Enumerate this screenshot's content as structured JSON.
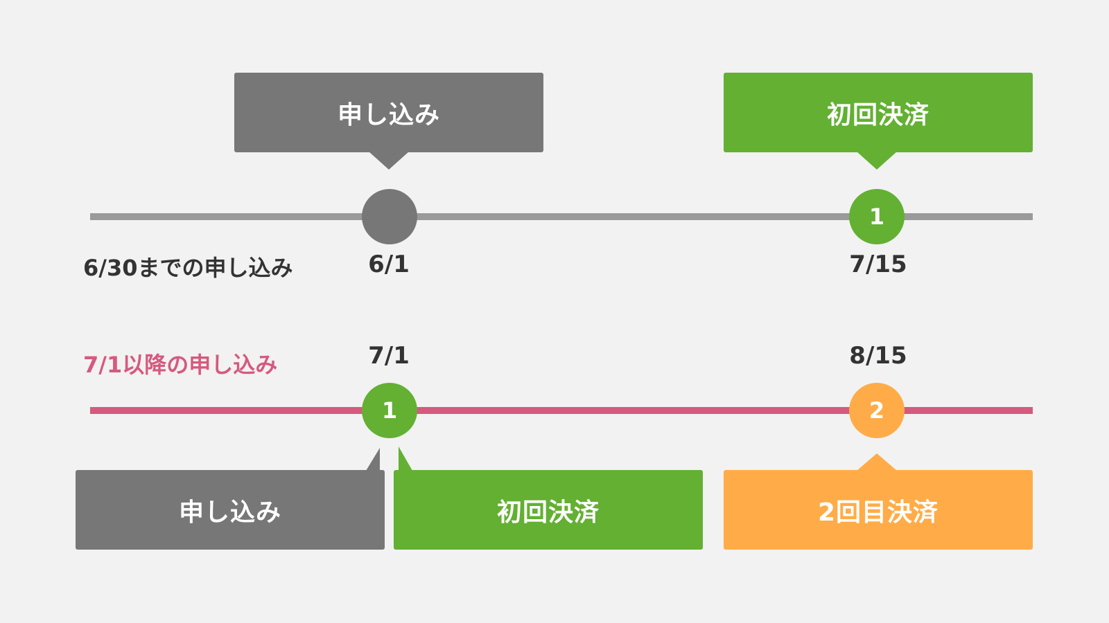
{
  "colors": {
    "background": "#f2f2f2",
    "gray_box": "#777777",
    "gray_line": "#9a9a9a",
    "pink_line": "#d55a7e",
    "pink_text": "#d55a7e",
    "green": "#63b033",
    "orange": "#ffac48",
    "dark_text": "#333333"
  },
  "row1": {
    "label": "6/30までの申し込み",
    "callouts": {
      "apply": "申し込み",
      "first_payment": "初回決済"
    },
    "nodes": {
      "apply": "",
      "first_payment": "1"
    },
    "dates": {
      "apply": "6/1",
      "first_payment": "7/15"
    }
  },
  "row2": {
    "label": "7/1以降の申し込み",
    "callouts": {
      "apply": "申し込み",
      "first_payment": "初回決済",
      "second_payment": "2回目決済"
    },
    "nodes": {
      "first": "1",
      "second": "2"
    },
    "dates": {
      "first": "7/1",
      "second": "8/15"
    }
  }
}
